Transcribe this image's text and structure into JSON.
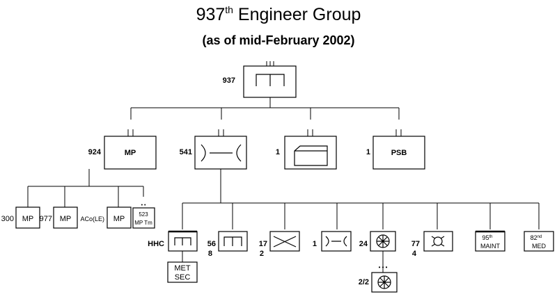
{
  "title": {
    "main": "937",
    "sup": "th",
    "rest": " Engineer Group"
  },
  "subtitle": "(as of mid-February 2002)",
  "hq": {
    "id": "937"
  },
  "tier2": [
    {
      "id": "924",
      "text": "MP"
    },
    {
      "id": "541",
      "text": ""
    },
    {
      "id": "1",
      "text": ""
    },
    {
      "id": "1",
      "text": "PSB"
    }
  ],
  "mp_units": [
    {
      "id": "300",
      "text": "MP"
    },
    {
      "id": "977",
      "text": "MP"
    },
    {
      "id": "ACo(LE)",
      "text": "MP"
    },
    {
      "id": "",
      "text_top": "523",
      "text_bottom": "MP Tm",
      "echelon": "• •"
    }
  ],
  "eng_units": [
    {
      "id": "HHC",
      "id2": ""
    },
    {
      "id": "56",
      "id2": "8"
    },
    {
      "id": "17",
      "id2": "2"
    },
    {
      "id": "1",
      "id2": ""
    },
    {
      "id": "24",
      "id2": ""
    },
    {
      "id": "77",
      "id2": "4"
    },
    {
      "id": "",
      "text_num": "95",
      "text_sup": "th",
      "text_bottom": "MAINT"
    },
    {
      "id": "",
      "text_num": "82",
      "text_sup": "nd",
      "text_bottom": "MED"
    }
  ],
  "met_sec": {
    "line1": "MET",
    "line2": "SEC"
  },
  "sub_24": {
    "id": "2/2",
    "echelon": "• • •"
  }
}
